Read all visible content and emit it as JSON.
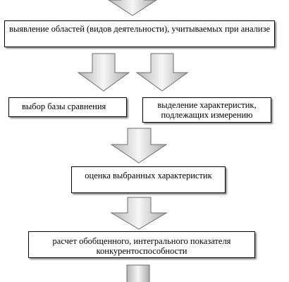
{
  "diagram": {
    "steps": {
      "identify": "выявление областей (видов деятельности), учитываемых при анализе",
      "base": "выбор базы сравнения",
      "select": "выделение характеристик, подлежащих измерению",
      "evaluate": "оценка выбранных характеристик",
      "compute": "расчет обобщенного, интегрального показателя конкурентоспособности"
    },
    "colors": {
      "arrow_light": "#f4f4f4",
      "arrow_dark": "#b9b9b9",
      "arrow_stroke": "#6e6e6e",
      "box_border": "#000000"
    }
  }
}
